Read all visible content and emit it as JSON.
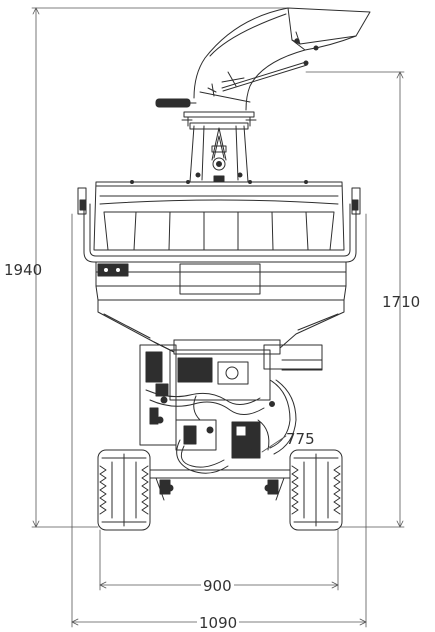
{
  "dimensions": {
    "height_total": "1940",
    "height_body": "1710",
    "width_track": "900",
    "width_total": "1090",
    "ground_clearance": "775"
  },
  "colors": {
    "line": "#2e2e2e",
    "dimension": "#555555",
    "background": "#ffffff"
  }
}
